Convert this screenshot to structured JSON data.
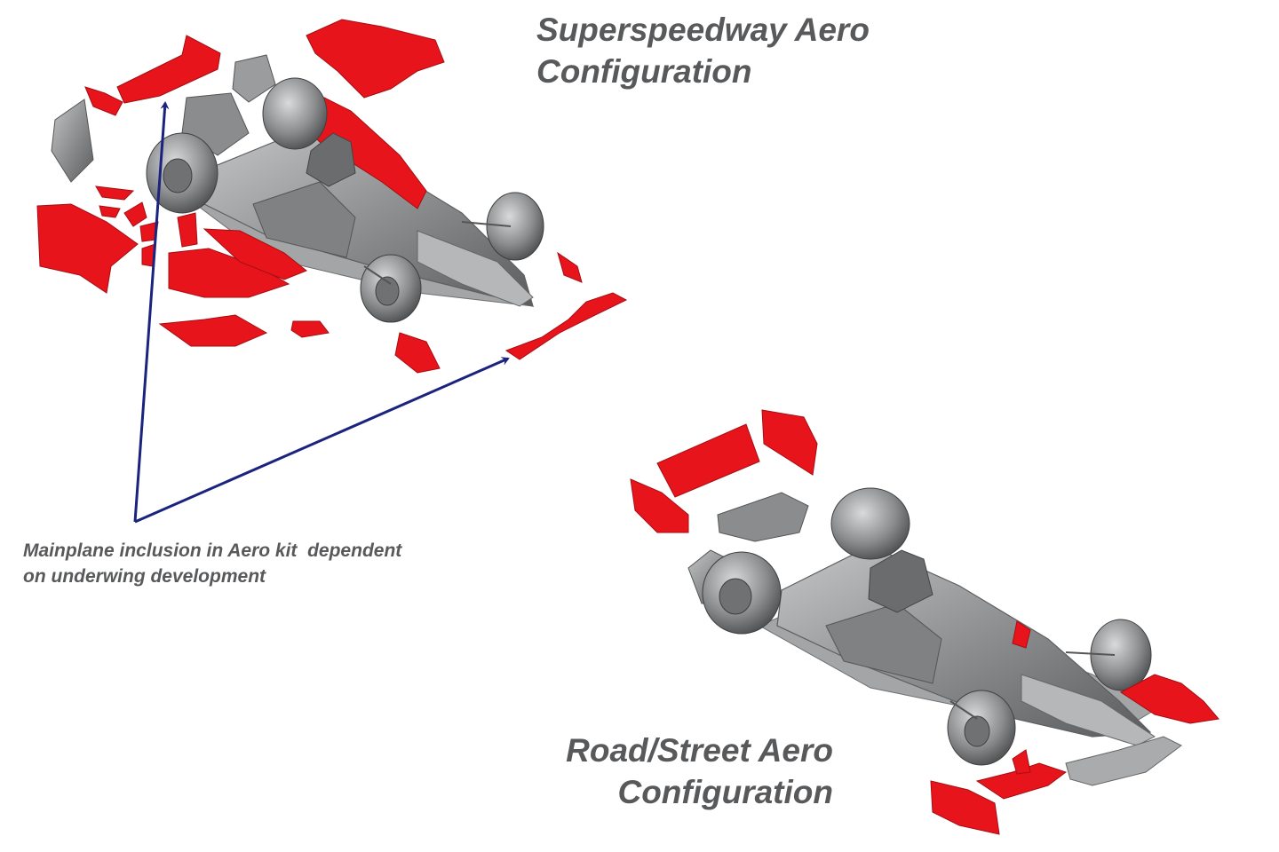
{
  "diagram": {
    "superspeedway": {
      "title_line1": "Superspeedway Aero",
      "title_line2": "Configuration"
    },
    "road_street": {
      "title_line1": "Road/Street Aero",
      "title_line2": "Configuration"
    },
    "annotation": {
      "line1": "Mainplane inclusion in Aero kit  dependent",
      "line2": "on underwing development"
    },
    "colors": {
      "aero_kit_parts": "#e8141b",
      "chassis": "#8e9092",
      "arrow": "#1a237e",
      "text": "#58595b"
    }
  }
}
